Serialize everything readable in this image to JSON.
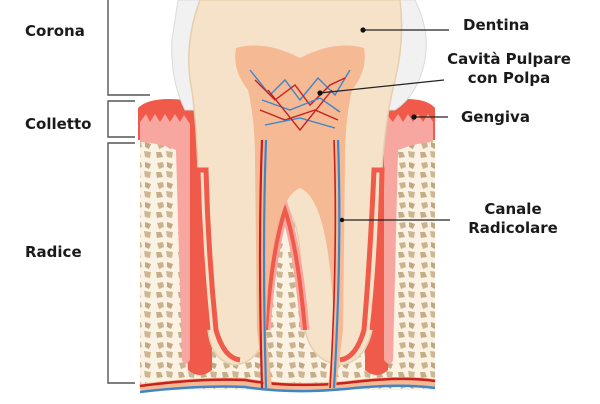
{
  "diagram": {
    "type": "dental-anatomy",
    "left_labels": [
      {
        "id": "corona",
        "text": "Corona"
      },
      {
        "id": "colletto",
        "text": "Colletto"
      },
      {
        "id": "radice",
        "text": "Radice"
      }
    ],
    "right_labels": [
      {
        "id": "dentina",
        "lines": [
          "Dentina"
        ]
      },
      {
        "id": "cavita",
        "lines": [
          "Cavità Pulpare",
          "con Polpa"
        ]
      },
      {
        "id": "gengiva",
        "lines": [
          "Gengiva"
        ]
      },
      {
        "id": "canale",
        "lines": [
          "Canale",
          "Radicolare"
        ]
      }
    ],
    "colors": {
      "enamel": "#f1f1f1",
      "dentin": "#f5e2c8",
      "pulp": "#f5b994",
      "gum": "#ef5a4a",
      "gum_light": "#f7a7a0",
      "bone": "#fbf2e4",
      "bone_pores": "#c9b48f",
      "artery": "#c8201c",
      "vein": "#3f86c9",
      "leader": "#222222"
    }
  }
}
